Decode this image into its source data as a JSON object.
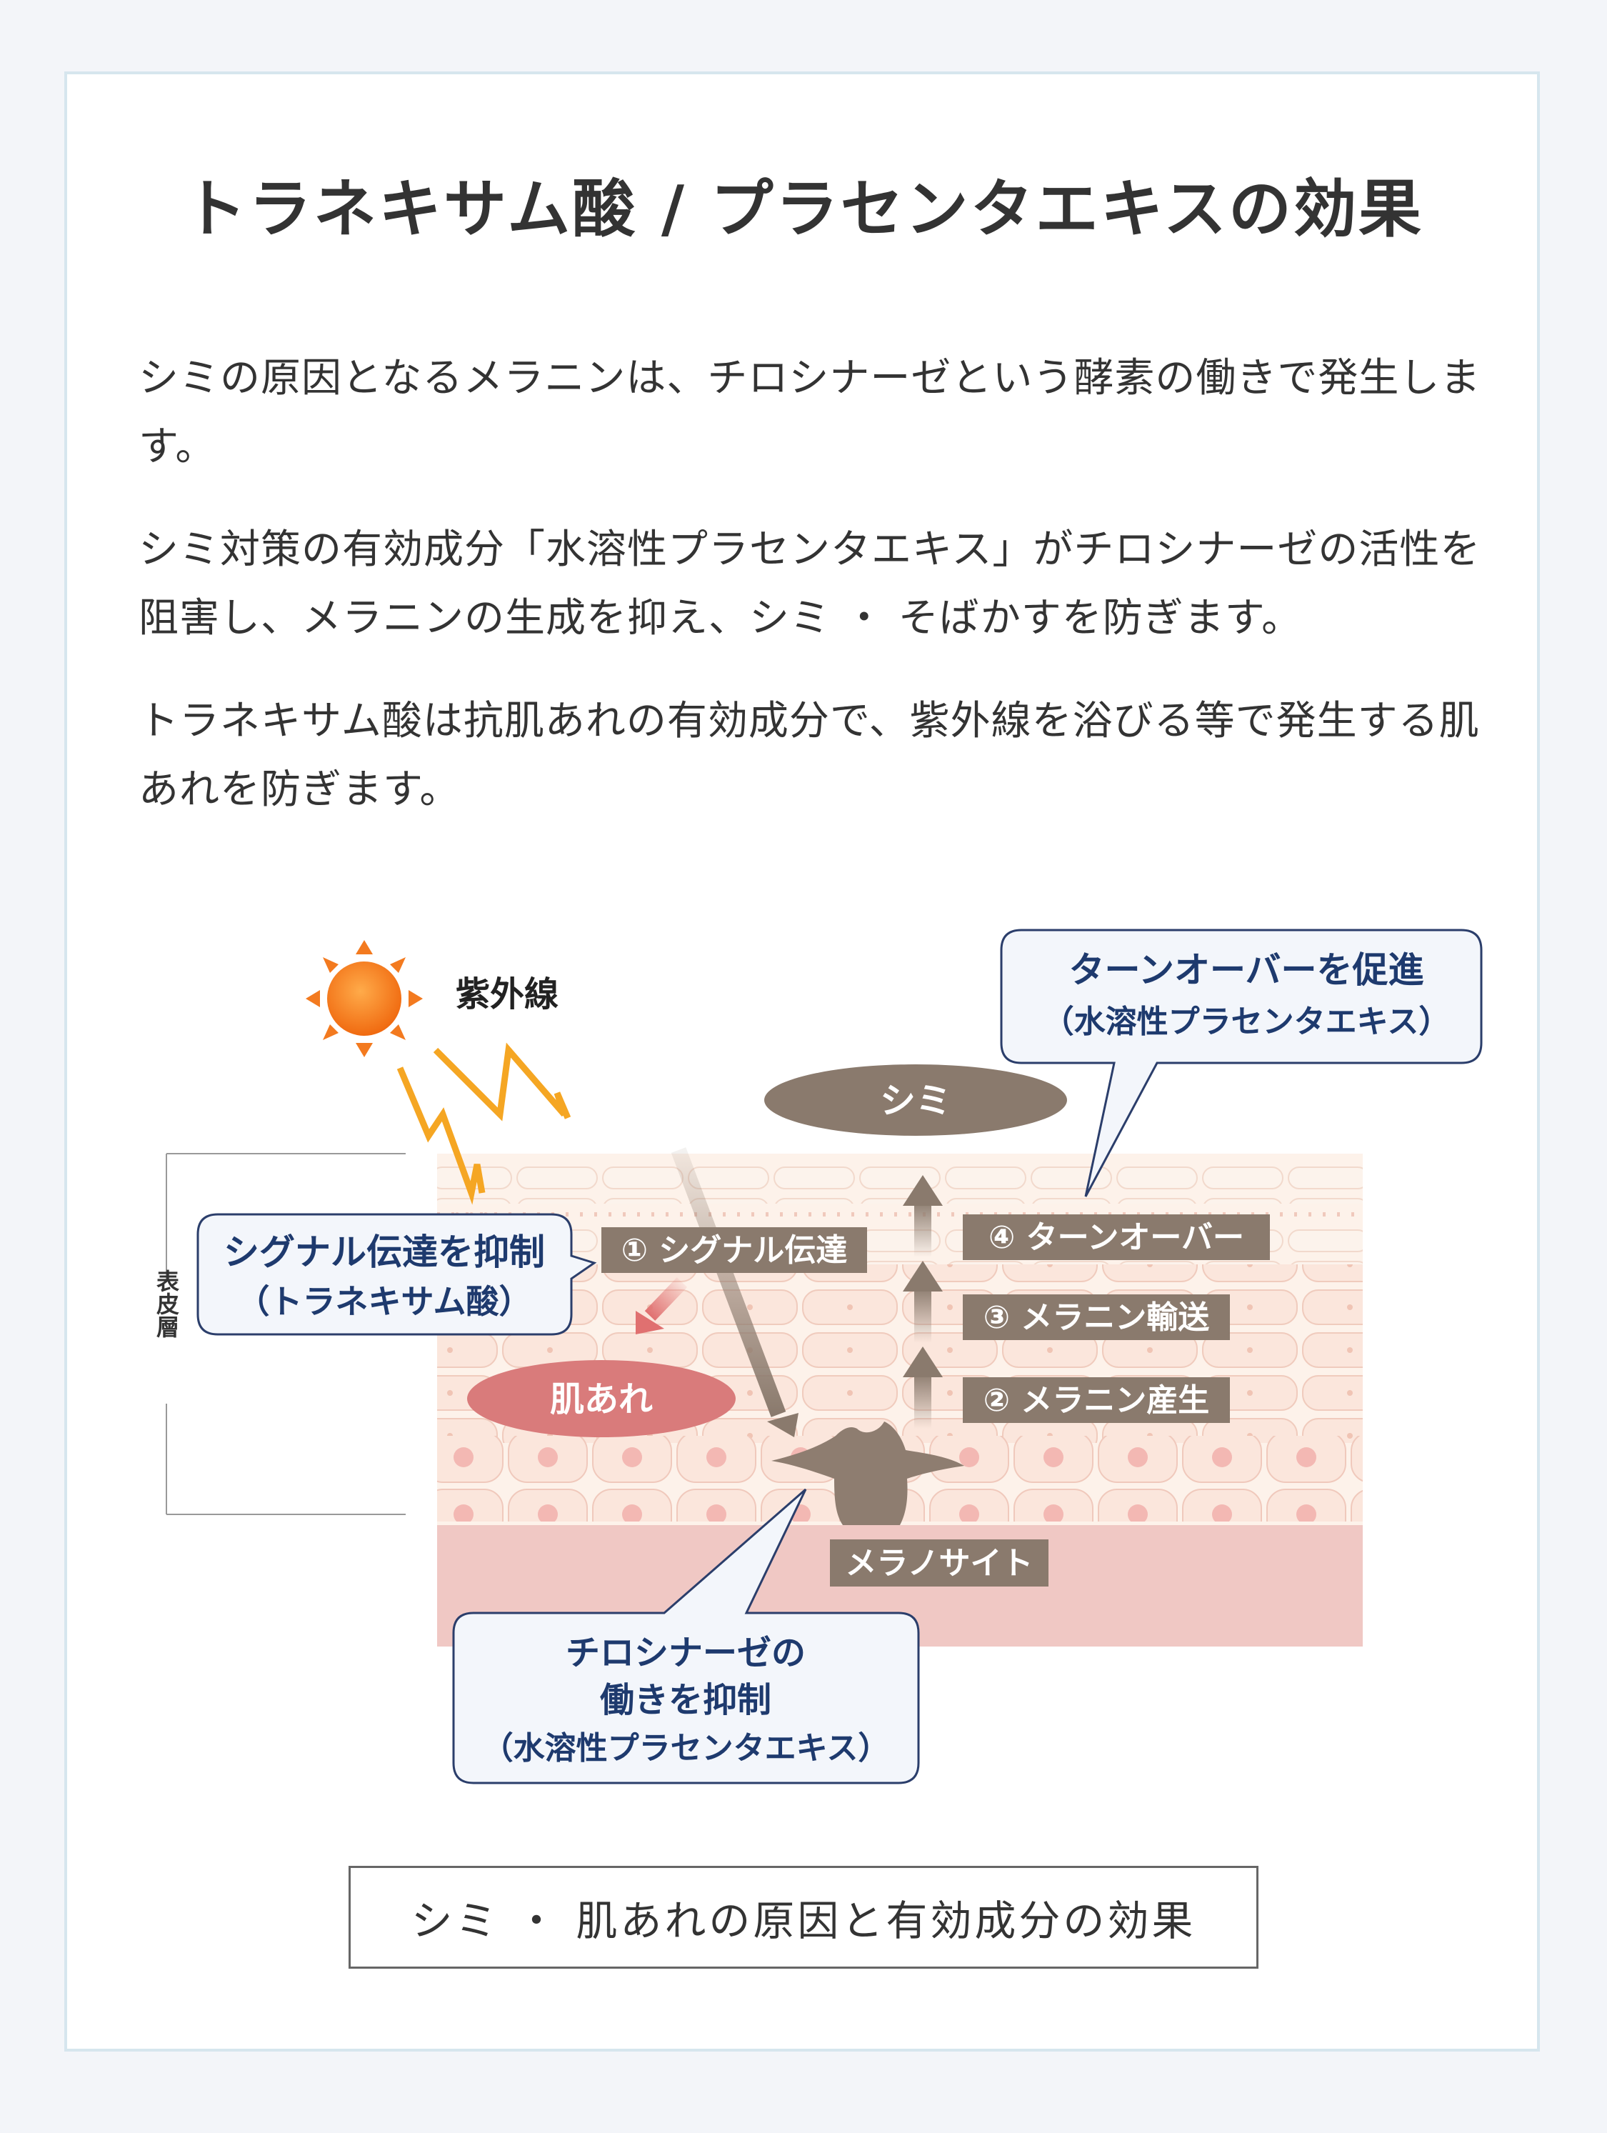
{
  "title": "トラネキサム酸 / プラセンタエキスの効果",
  "paragraphs": {
    "p1": "シミの原因となるメラニンは、チロシナーゼという酵素の働きで発生します。",
    "p2": "シミ対策の有効成分「水溶性プラセンタエキス」がチロシナーゼの活性を阻害し、メラニンの生成を抑え、シミ ・ そばかすを防ぎます。",
    "p3": "トラネキサム酸は抗肌あれの有効成分で、紫外線を浴びる等で発生する肌あれを防ぎます。"
  },
  "diagram": {
    "uv_label": "紫外線",
    "epidermis_label": "表皮層",
    "shimi_label": "シミ",
    "hadaare_label": "肌あれ",
    "melanocyte_label": "メラノサイト",
    "steps": {
      "step1": "① シグナル伝達",
      "step2": "② メラニン産生",
      "step3": "③ メラニン輸送",
      "step4": "④ ターンオーバー"
    },
    "callouts": {
      "turnover_line1": "ターンオーバーを促進",
      "turnover_line2": "（水溶性プラセンタエキス）",
      "signal_line1": "シグナル伝達を抑制",
      "signal_line2": "（トラネキサム酸）",
      "tyrosinase_line1": "チロシナーゼの",
      "tyrosinase_line2": "働きを抑制",
      "tyrosinase_line3": "（水溶性プラセンタエキス）"
    },
    "colors": {
      "sun": "#f37a1f",
      "lightning": "#f5a623",
      "callout_text": "#1e3a6e",
      "brown": "#8a7a6d",
      "hadaare": "#d97b7b",
      "skin_light": "#fbeee6",
      "skin_dark": "#f0c8c4"
    }
  },
  "caption": "シミ ・ 肌あれの原因と有効成分の効果"
}
